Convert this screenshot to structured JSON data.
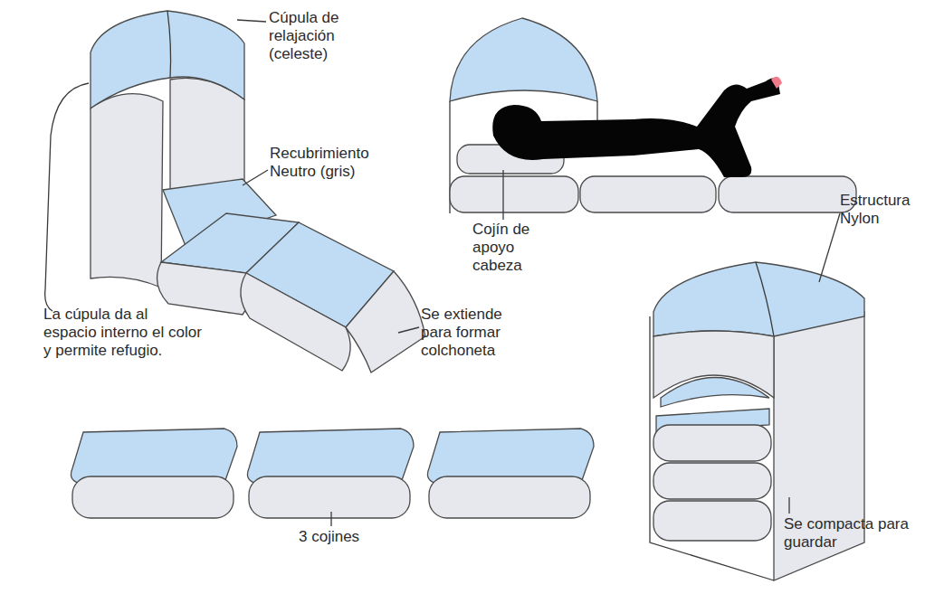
{
  "diagram": {
    "labels": [
      "Cúpula de relajación (celeste)",
      "Recubrimiento Neutro (gris)",
      "La cúpula da al espacio interno el color y permite refugio.",
      "Se extiende para formar colchoneta",
      "Cojín de apoyo cabeza",
      "Estructura Nylon",
      "3 cojines",
      "Se compacta para guardar"
    ]
  }
}
